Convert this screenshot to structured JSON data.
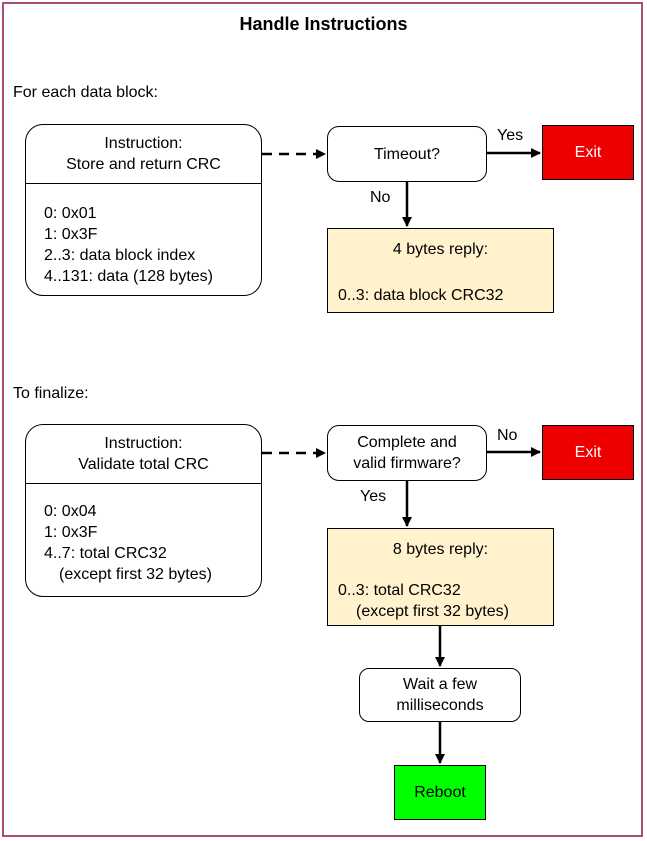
{
  "title": "Handle Instructions",
  "section1": {
    "label": "For each data block:",
    "instruction": {
      "title": [
        "Instruction:",
        "Store and return CRC"
      ],
      "lines": [
        "0: 0x01",
        "1: 0x3F",
        "2..3: data block index",
        "4..131: data (128 bytes)"
      ]
    },
    "decision": "Timeout?",
    "yes_label": "Yes",
    "no_label": "No",
    "exit_label": "Exit",
    "reply": {
      "title": "4 bytes reply:",
      "lines": [
        "0..3: data block CRC32"
      ]
    }
  },
  "section2": {
    "label": "To finalize:",
    "instruction": {
      "title": [
        "Instruction:",
        "Validate total CRC"
      ],
      "lines": [
        "0: 0x04",
        "1: 0x3F",
        "4..7: total CRC32",
        "(except first 32 bytes)"
      ]
    },
    "decision": [
      "Complete and",
      "valid firmware?"
    ],
    "no_label": "No",
    "yes_label": "Yes",
    "exit_label": "Exit",
    "reply": {
      "title": "8 bytes reply:",
      "lines": [
        "0..3: total CRC32",
        "(except first 32 bytes)"
      ]
    },
    "wait": [
      "Wait a few",
      "milliseconds"
    ],
    "reboot": "Reboot"
  },
  "colors": {
    "frame": "#a64d79",
    "reply_fill": "#fff2cc",
    "exit_fill": "#ee0000",
    "reboot_fill": "#00ff00"
  }
}
